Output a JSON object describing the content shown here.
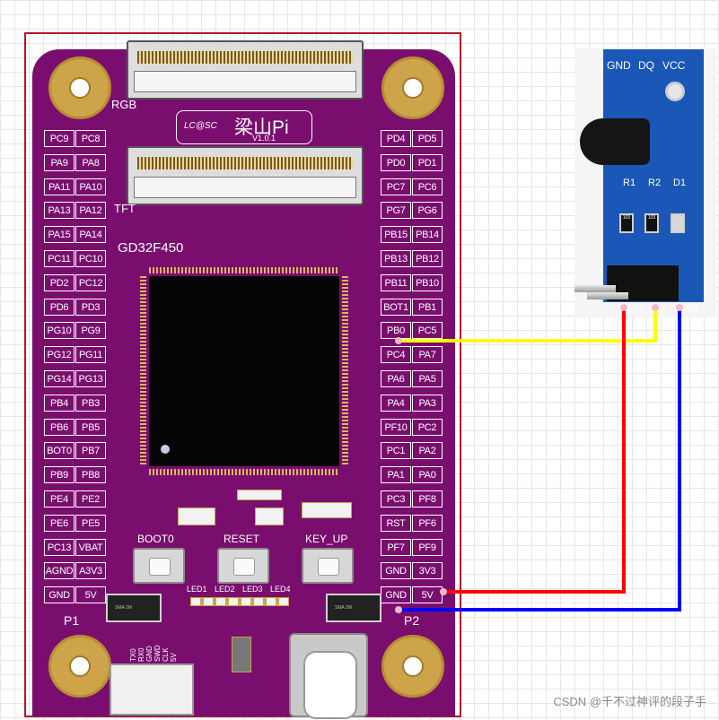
{
  "board": {
    "logo_left": "LC@SC",
    "logo_cn": "梁山Pi",
    "version": "V1.0.1",
    "rgb_label": "RGB",
    "tft_label": "TFT",
    "mcu_label": "GD32F450",
    "p1_label": "P1",
    "p2_label": "P2",
    "boot_label": "BOOT0",
    "reset_label": "RESET",
    "key_label": "KEY_UP",
    "led_labels": [
      "LED1",
      "LED2",
      "LED3",
      "LED4"
    ],
    "swd_labels": [
      "5V",
      "CLK",
      "SWD",
      "GND",
      "RX0",
      "TX0"
    ]
  },
  "left_pins": [
    [
      "PC9",
      "PC8"
    ],
    [
      "PA9",
      "PA8"
    ],
    [
      "PA11",
      "PA10"
    ],
    [
      "PA13",
      "PA12"
    ],
    [
      "PA15",
      "PA14"
    ],
    [
      "PC11",
      "PC10"
    ],
    [
      "PD2",
      "PC12"
    ],
    [
      "PD6",
      "PD3"
    ],
    [
      "PG10",
      "PG9"
    ],
    [
      "PG12",
      "PG11"
    ],
    [
      "PG14",
      "PG13"
    ],
    [
      "PB4",
      "PB3"
    ],
    [
      "PB6",
      "PB5"
    ],
    [
      "BOT0",
      "PB7"
    ],
    [
      "PB9",
      "PB8"
    ],
    [
      "PE4",
      "PE2"
    ],
    [
      "PE6",
      "PE5"
    ],
    [
      "PC13",
      "VBAT"
    ],
    [
      "AGND",
      "A3V3"
    ],
    [
      "GND",
      "5V"
    ]
  ],
  "right_pins": [
    [
      "PD4",
      "PD5"
    ],
    [
      "PD0",
      "PD1"
    ],
    [
      "PC7",
      "PC6"
    ],
    [
      "PG7",
      "PG6"
    ],
    [
      "PB15",
      "PB14"
    ],
    [
      "PB13",
      "PB12"
    ],
    [
      "PB11",
      "PB10"
    ],
    [
      "BOT1",
      "PB1"
    ],
    [
      "PB0",
      "PC5"
    ],
    [
      "PC4",
      "PA7"
    ],
    [
      "PA6",
      "PA5"
    ],
    [
      "PA4",
      "PA3"
    ],
    [
      "PF10",
      "PC2"
    ],
    [
      "PC1",
      "PA2"
    ],
    [
      "PA1",
      "PA0"
    ],
    [
      "PC3",
      "PF8"
    ],
    [
      "RST",
      "PF6"
    ],
    [
      "PF7",
      "PF9"
    ],
    [
      "GND",
      "3V3"
    ],
    [
      "GND",
      "5V"
    ]
  ],
  "module": {
    "top_labels": [
      "GND",
      "DQ",
      "VCC"
    ],
    "bottom_labels": [
      "VCC",
      "DQ",
      "GND"
    ],
    "r1": "R1",
    "r2": "R2",
    "d1": "D1",
    "res_code": "103"
  },
  "wires": [
    {
      "from": "PB0",
      "to": "DQ",
      "color": "#ffff00"
    },
    {
      "from": "5V",
      "to": "VCC",
      "color": "#ff0000"
    },
    {
      "from": "GND",
      "to": "GND",
      "color": "#0000ff"
    }
  ],
  "watermark": "CSDN @千不过神评的段子手",
  "colors": {
    "board": "#7a0e6e",
    "module_pcb": "#1b57b6",
    "gold": "#cda44a"
  }
}
